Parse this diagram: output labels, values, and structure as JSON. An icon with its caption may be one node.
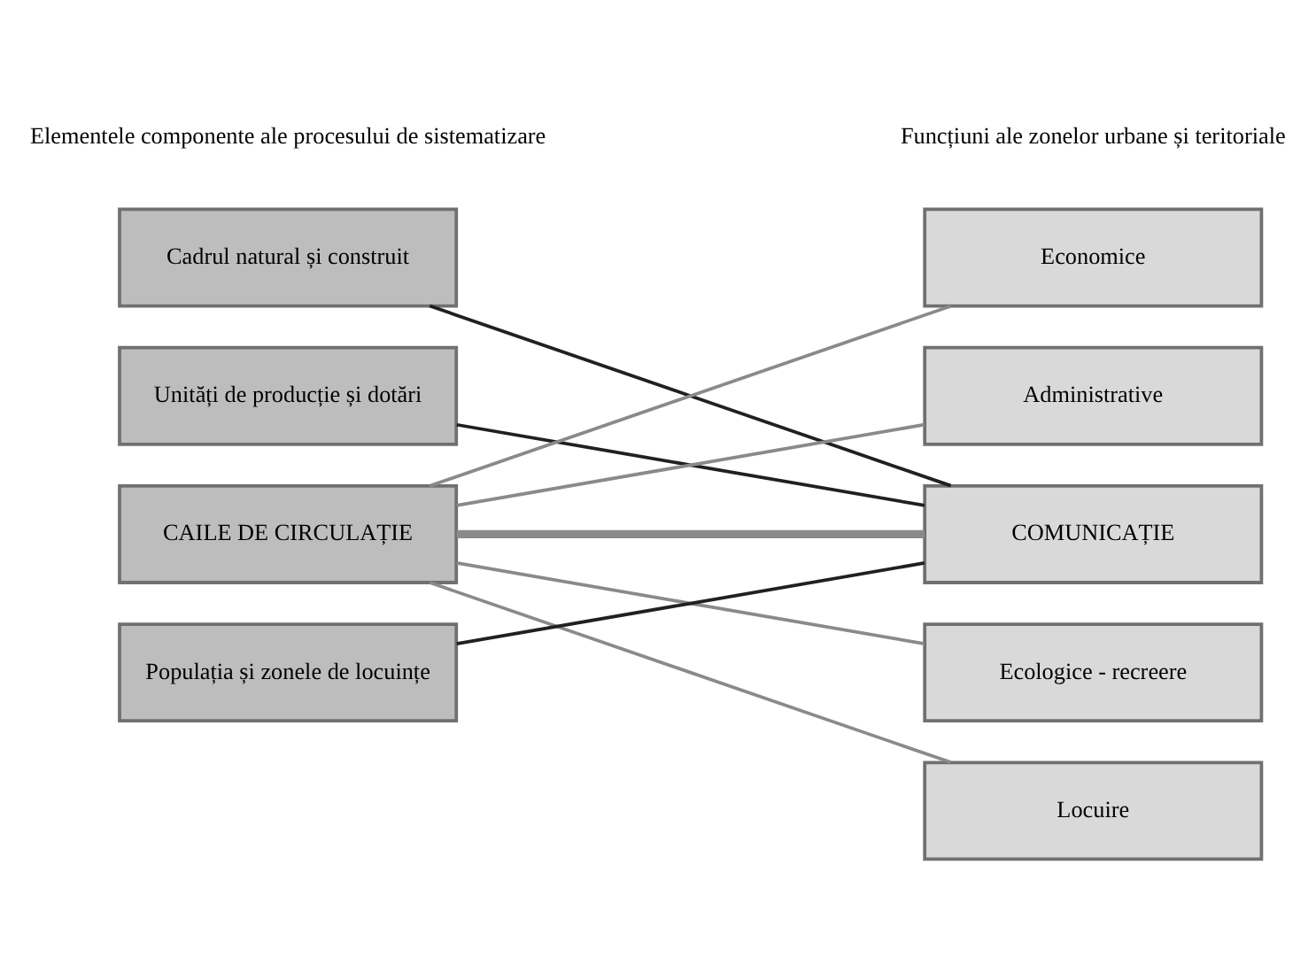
{
  "diagram": {
    "nodes": [
      {
        "text": [
          "Cadrul natural și construit"
        ]
      },
      {
        "text": [
          "Unități de producție și dotări"
        ]
      },
      {
        "text": [
          "CAILE DE CIRCULAȚIE"
        ]
      },
      {
        "text": [
          "Populația și zonele de locuințe"
        ]
      },
      {
        "text": [
          "Economice"
        ]
      },
      {
        "text": [
          "Administrative"
        ]
      },
      {
        "text": [
          "COMUNICAȚIE"
        ]
      },
      {
        "text": [
          "Ecologice - recreere"
        ]
      },
      {
        "text": [
          "Locuire"
        ]
      }
    ],
    "edges": [
      {
        "from": 0,
        "to": 6,
        "arrow": "none",
        "color": "#202020"
      },
      {
        "from": 1,
        "to": 6,
        "arrow": "none",
        "color": "#202020"
      },
      {
        "from": 2,
        "to": 4,
        "arrow": "none"
      },
      {
        "from": 2,
        "to": 5,
        "arrow": "none"
      },
      {
        "from": 2,
        "to": 6,
        "arrow": "none",
        "style": "thick"
      },
      {
        "from": 2,
        "to": 7,
        "arrow": "none"
      },
      {
        "from": 2,
        "to": 8,
        "arrow": "none"
      },
      {
        "from": 3,
        "to": 6,
        "arrow": "none",
        "color": "#202020"
      }
    ],
    "labels": [
      "Elementele componente ale procesului de sistematizare",
      "Funcțiuni ale zonelor urbane și teritoriale"
    ]
  }
}
